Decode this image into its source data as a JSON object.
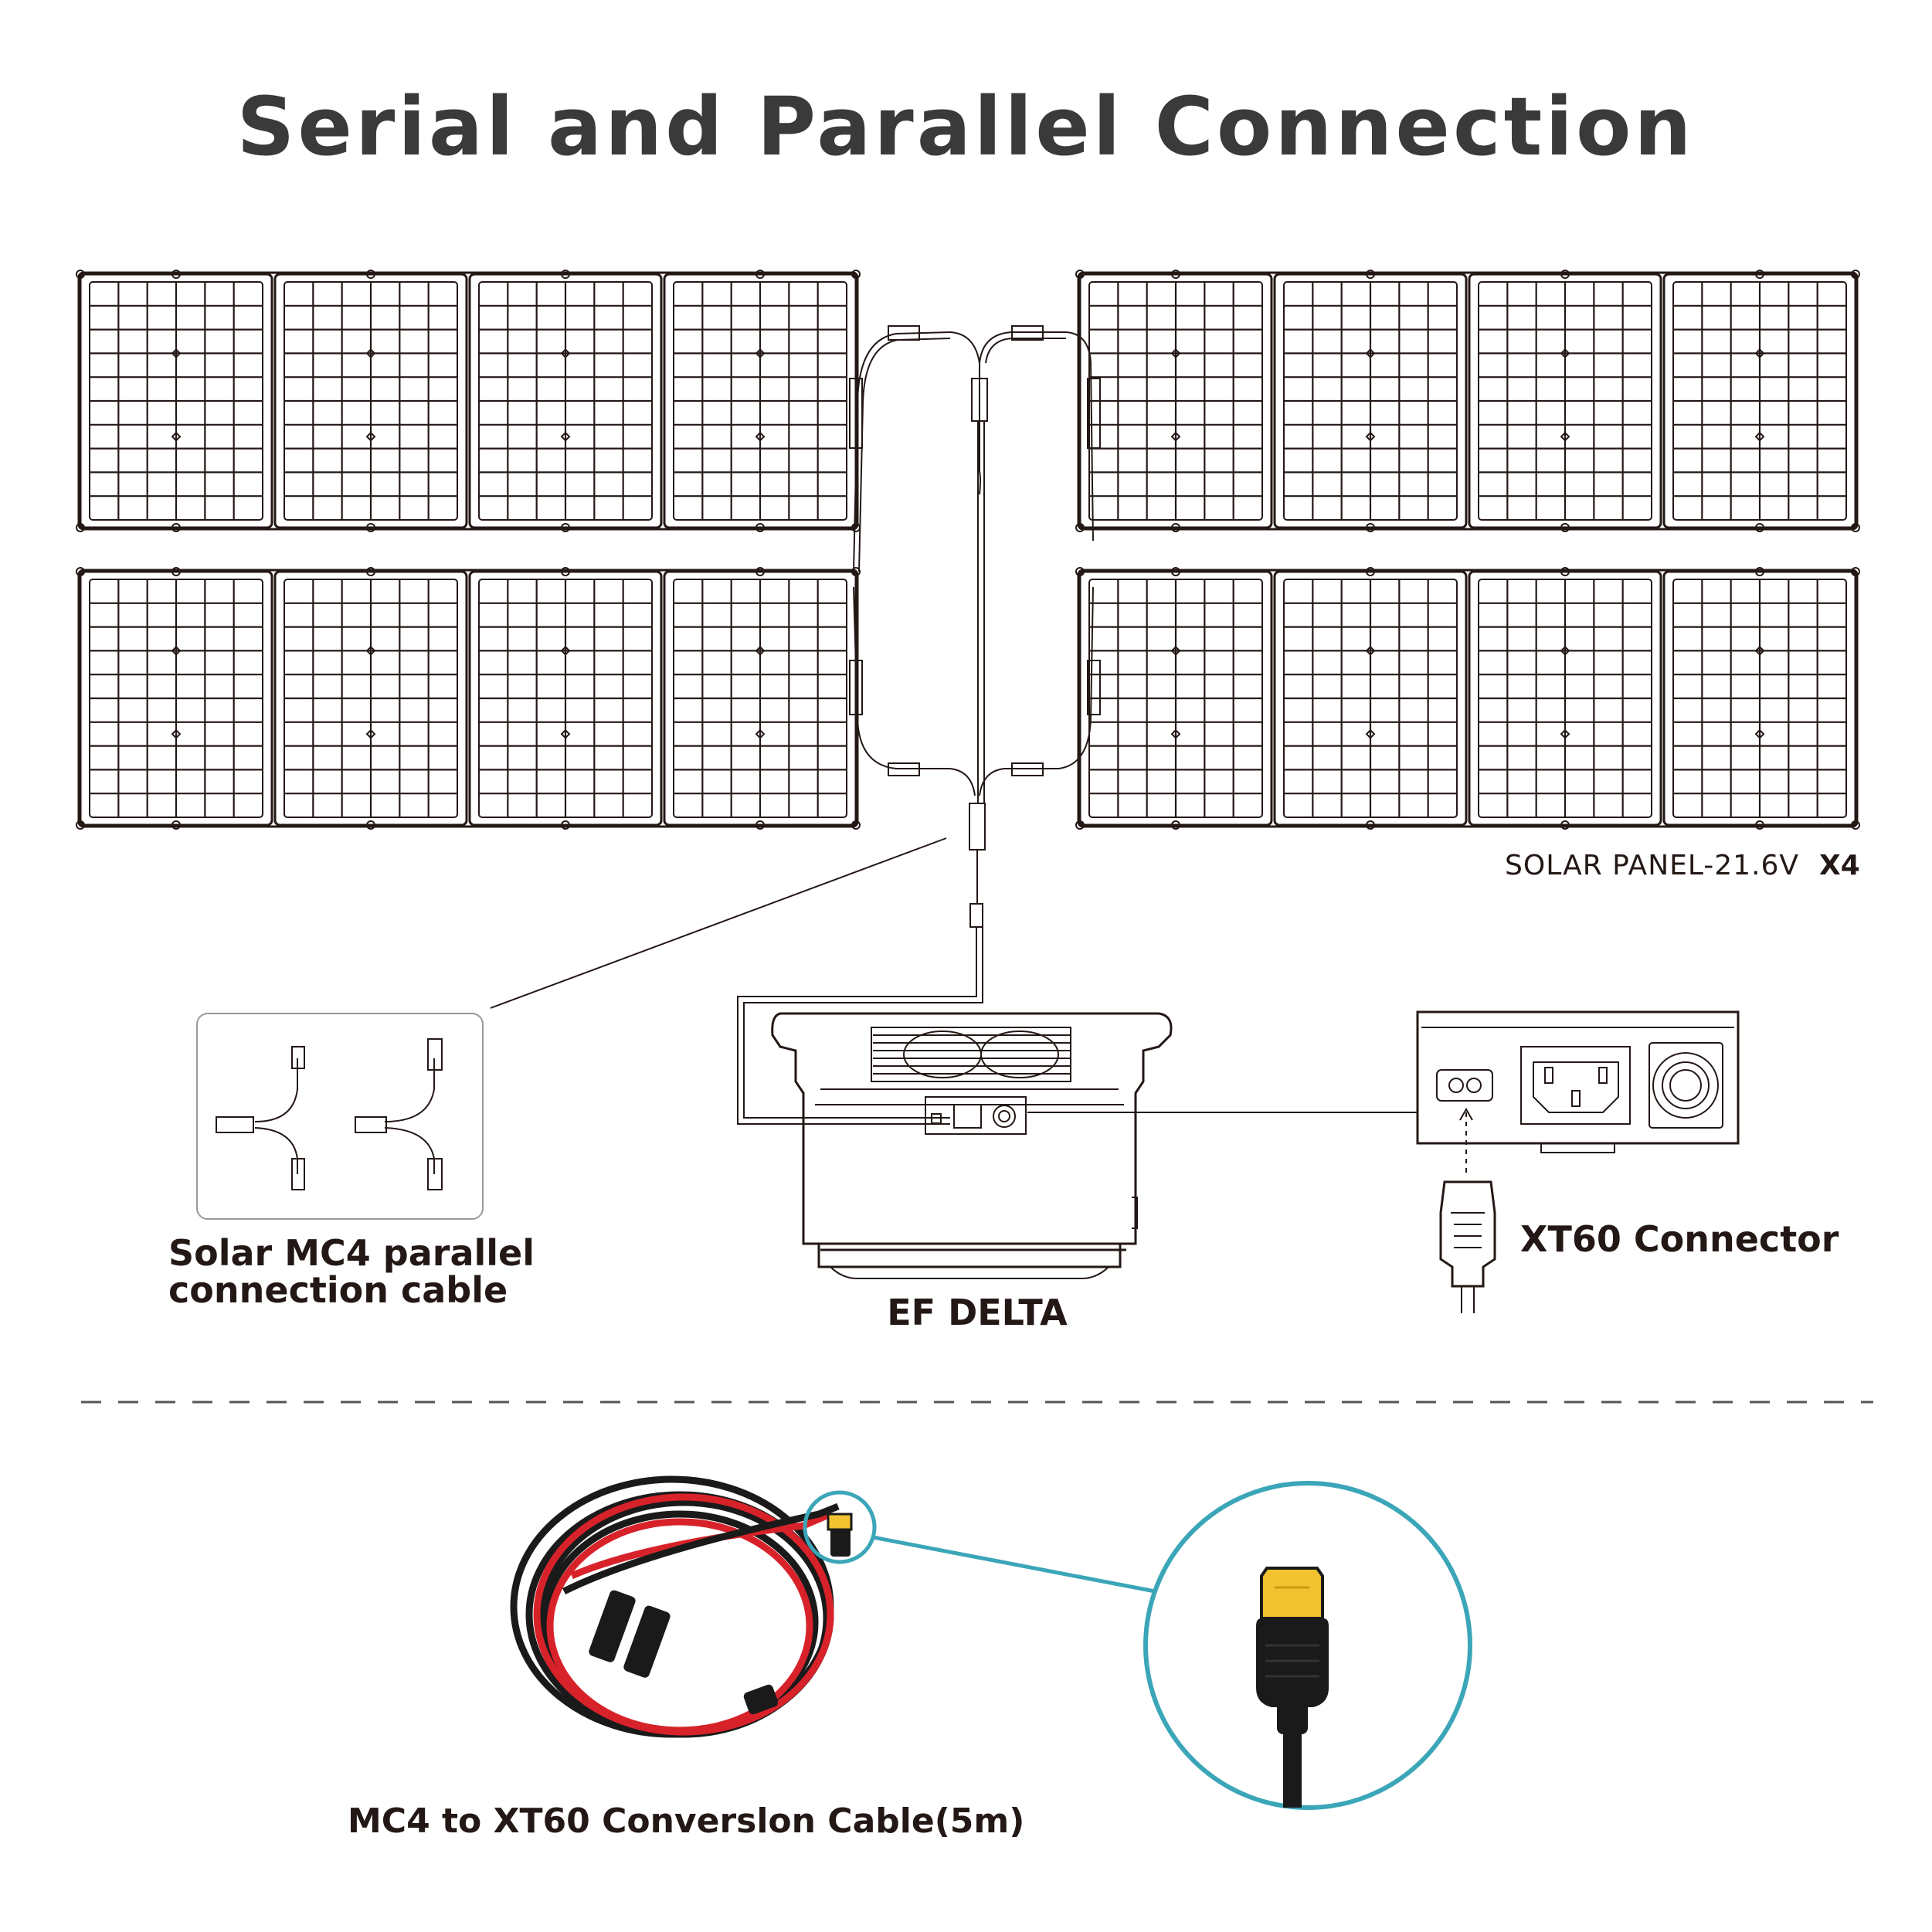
{
  "title": "Serial and Parallel Connection",
  "labels": {
    "solar_panel": "SOLAR PANEL-21.6V",
    "solar_panel_qty": "X4",
    "mc4_cable_line1": "Solar MC4 parallel",
    "mc4_cable_line2": "connection cable",
    "ef_delta": "EF DELTA",
    "xt60": "XT60 Connector",
    "conversion_cable": "MC4 to XT60 Converslon Cable(5m)"
  },
  "colors": {
    "line": "#231815",
    "title": "#3a3a3a",
    "accent_teal": "#3ba6b8",
    "xt60_yellow": "#f2c230",
    "cable_red": "#d8222a",
    "cable_black": "#1a1a1a"
  },
  "icons": [
    "solar-panel-icon",
    "y-branch-cable-icon",
    "power-station-icon",
    "xt60-port-icon",
    "cable-coil-icon"
  ]
}
